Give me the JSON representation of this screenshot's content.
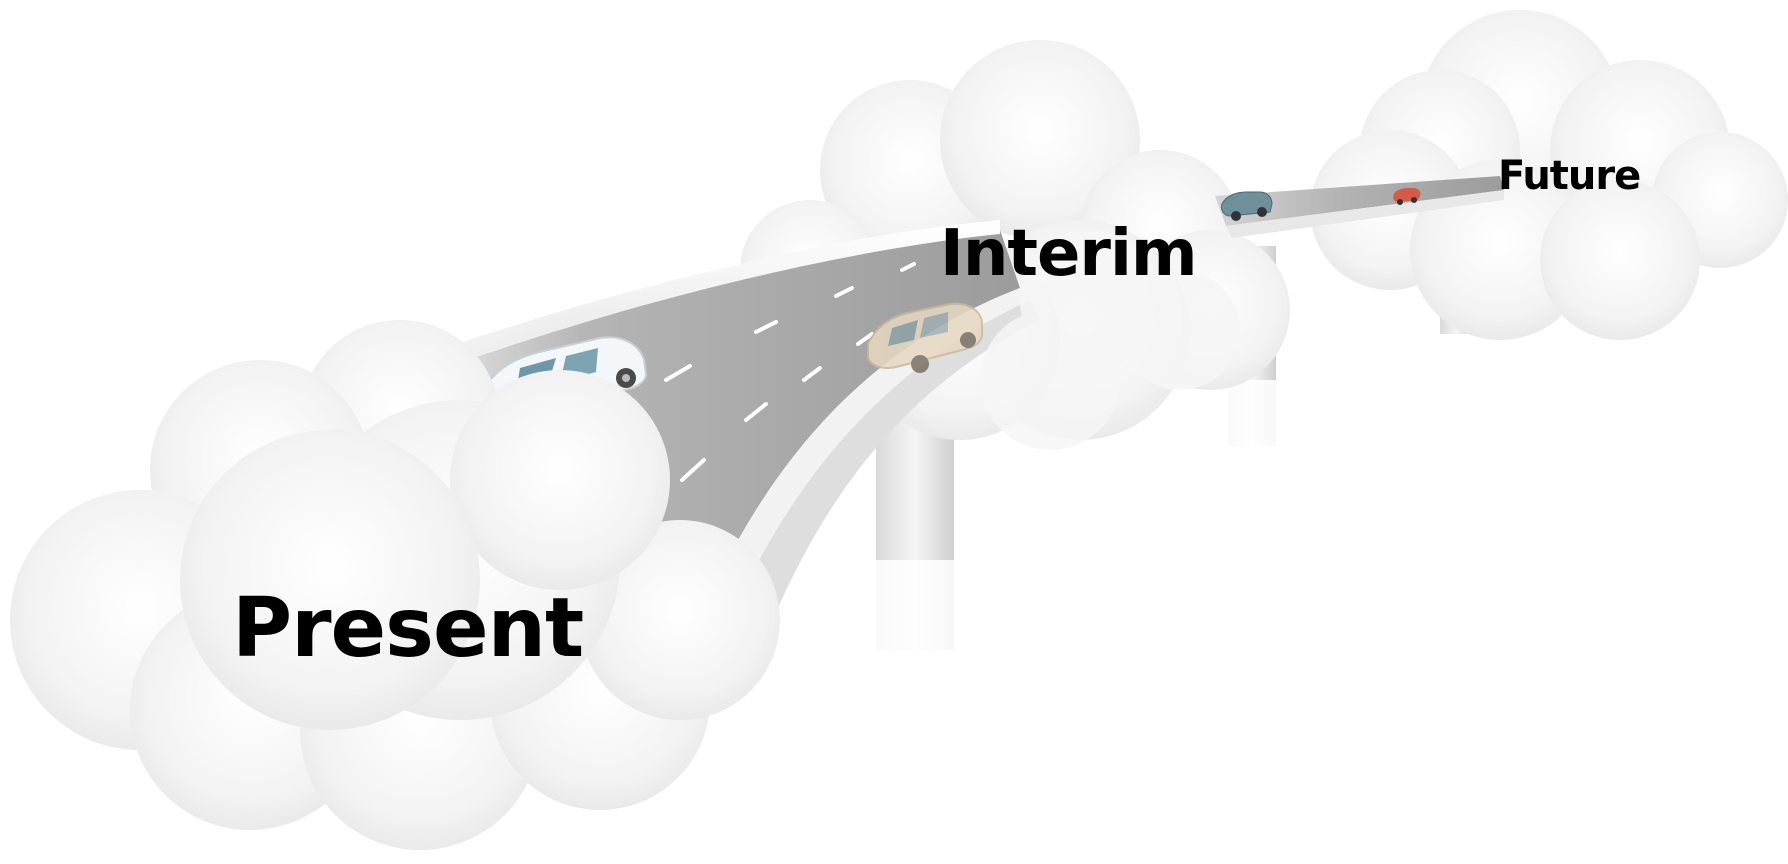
{
  "stages": {
    "present": "Present",
    "interim": "Interim",
    "future": "Future"
  },
  "colors": {
    "background": "#ffffff",
    "label": "#000000",
    "cloud": "#f2f2f2",
    "road": "#b8b8b8",
    "car_white": "#f4f7fa",
    "car_beige": "#e7d9c1",
    "car_teal": "#6f8f9b",
    "car_red": "#d45a4a"
  }
}
